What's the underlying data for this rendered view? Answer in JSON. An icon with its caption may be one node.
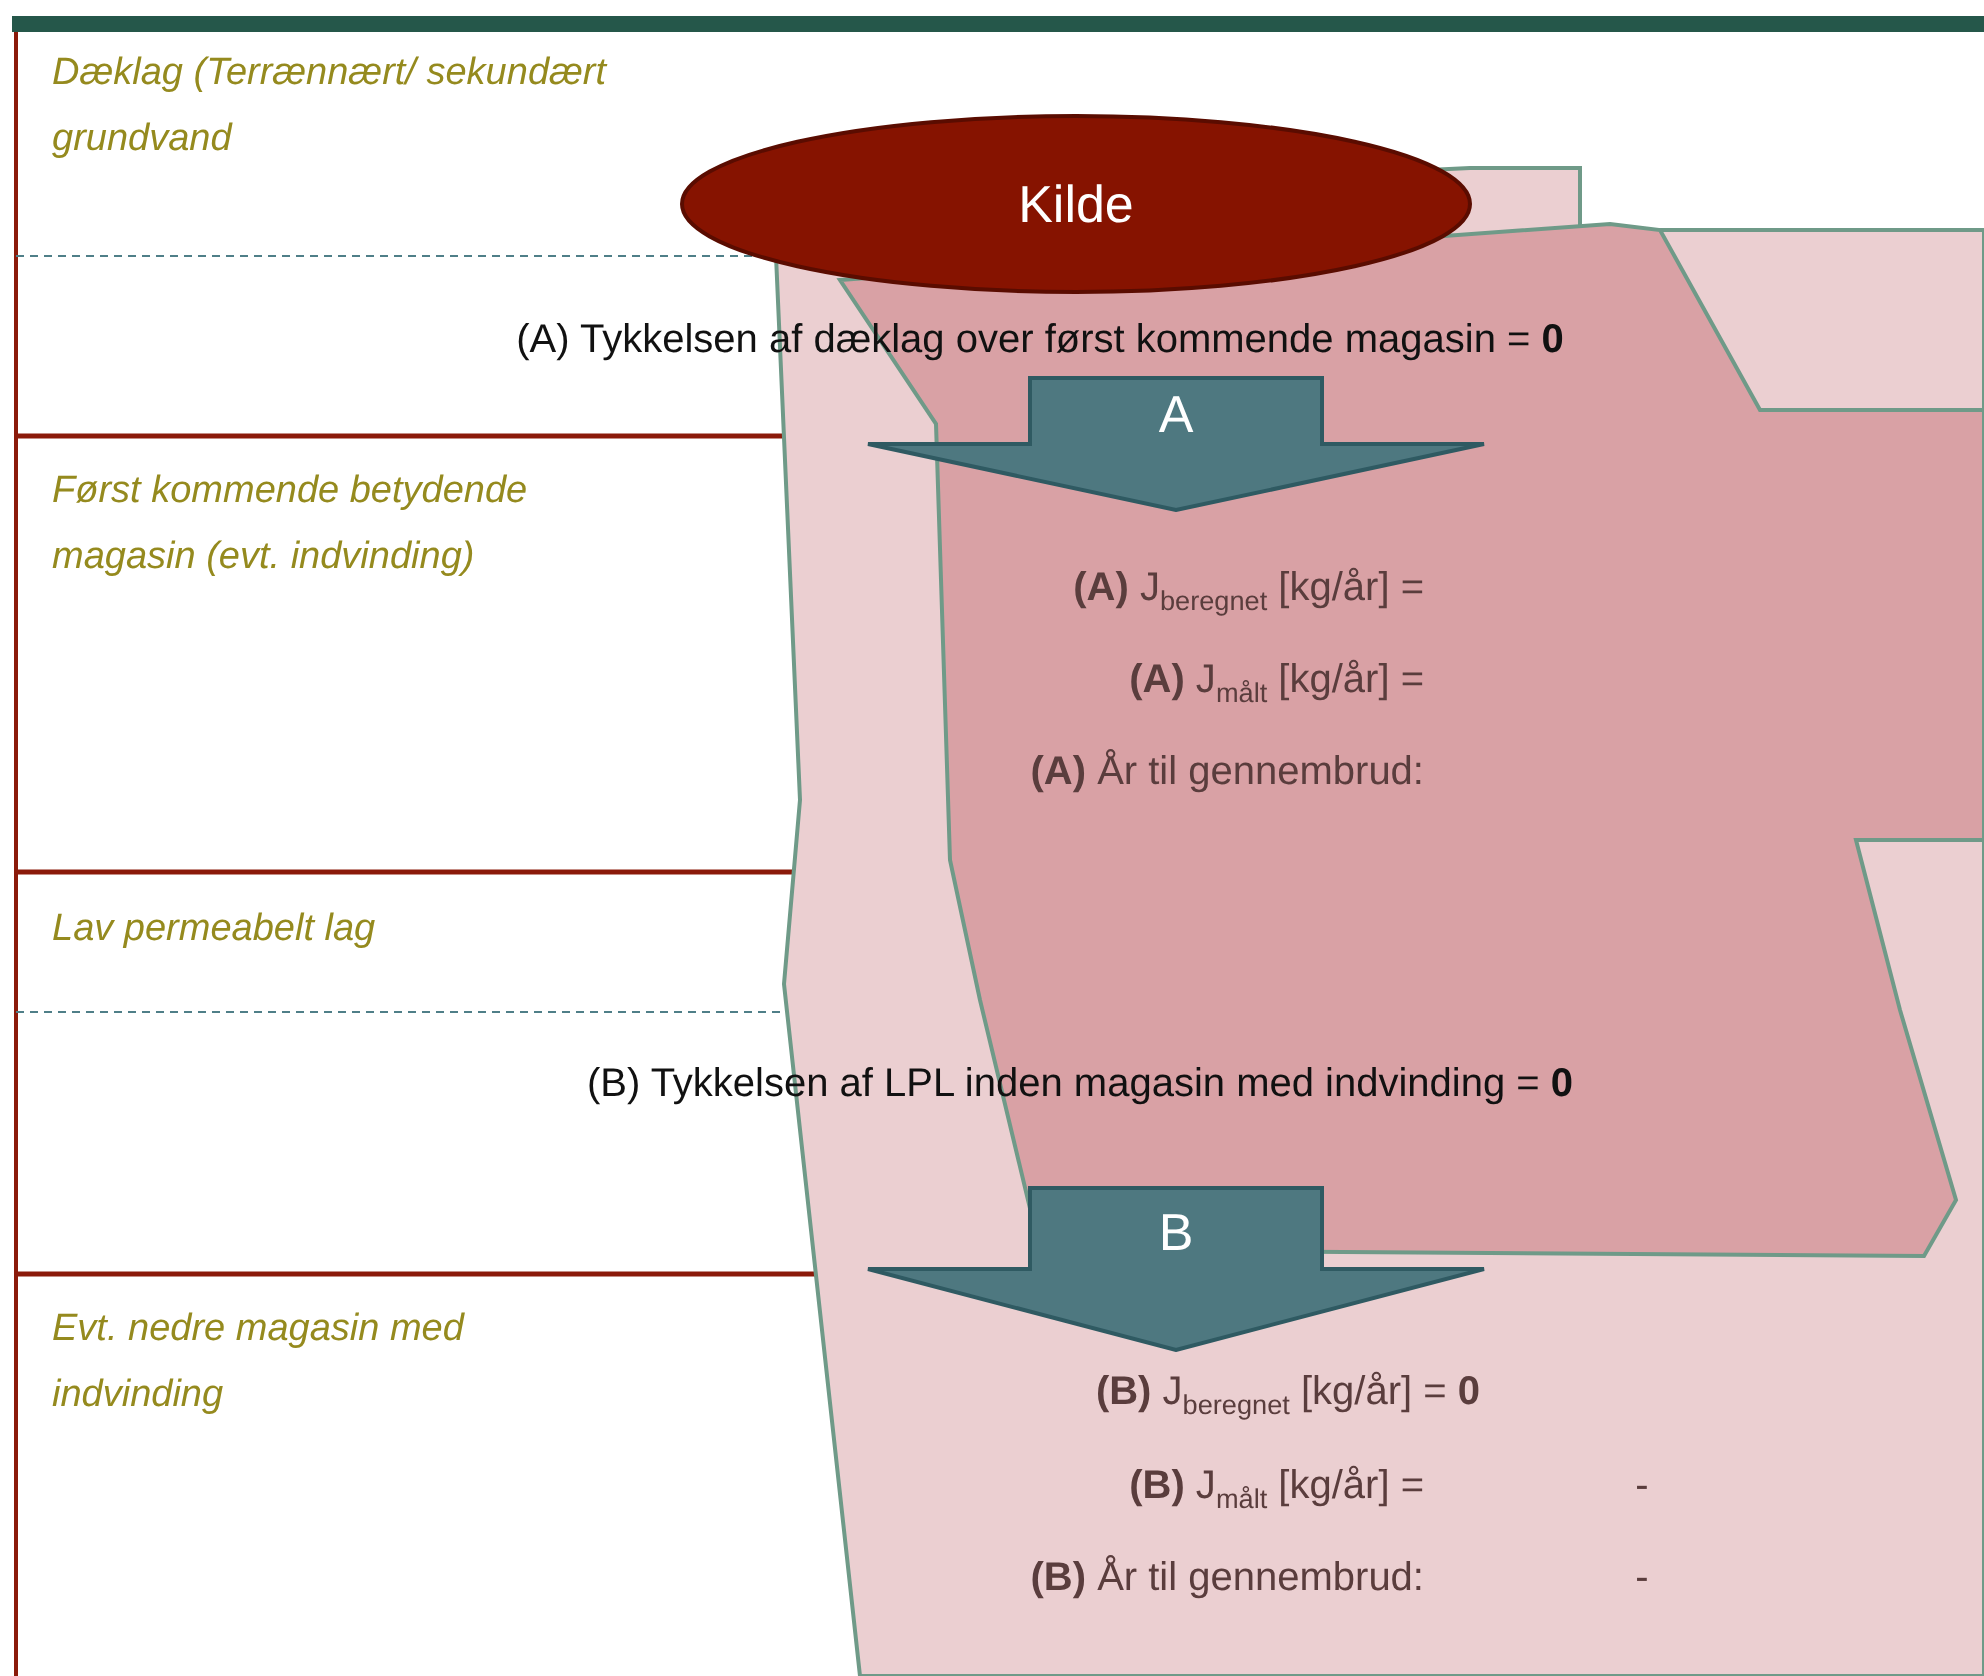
{
  "diagram": {
    "nodes": [
      {
        "text": [
          "Kilde"
        ]
      },
      {
        "text": [
          "A"
        ]
      },
      {
        "text": [
          "B"
        ]
      }
    ],
    "labels": [
      "Dæklag (Terrænnært/ sekundært grundvand",
      "(A) Tykkelsen af dæklag  over først kommende magasin = **0**",
      "Først kommende betydende magasin (evt. indvinding)",
      "**(A)** J$_{beregnet}$ [kg/år] =",
      "**(A)** J$_{målt}$ [kg/år] =",
      "**(A)** År til gennembrud:",
      "Lav permeabelt lag",
      "(B) Tykkelsen af LPL inden magasin med indvinding = **0**",
      "Evt. nedre magasin med indvinding",
      "**(B)** J$_{beregnet}$ [kg/år] = **0**",
      "**(B)** J$_{målt}$ [kg/år] =",
      "-",
      "**(B)** År til gennembrud:",
      "-"
    ]
  }
}
